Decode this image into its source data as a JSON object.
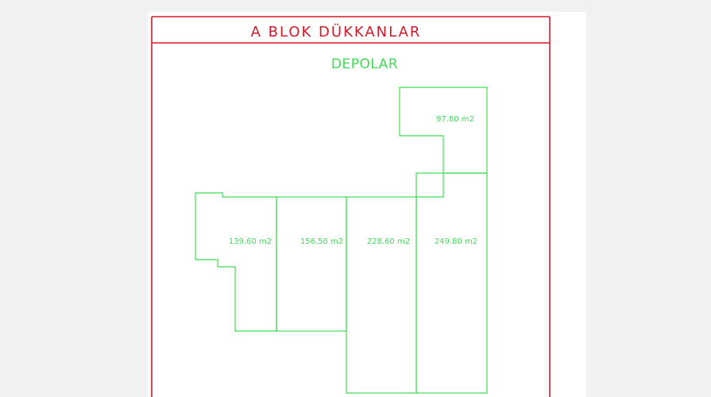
{
  "title": "A BLOK DÜKKANLAR",
  "subtitle": "DEPOLAR",
  "colors": {
    "frame": "#d11a2a",
    "plan": "#3fdc55",
    "sheet": "#ffffff",
    "background": "#f1f1f1"
  },
  "rooms": [
    {
      "id": "room-1",
      "area": "139.60  m2"
    },
    {
      "id": "room-2",
      "area": "156.50  m2"
    },
    {
      "id": "room-3",
      "area": "228.60  m2"
    },
    {
      "id": "room-4",
      "area": "249.80  m2"
    },
    {
      "id": "room-5",
      "area": "97.80  m2"
    }
  ]
}
